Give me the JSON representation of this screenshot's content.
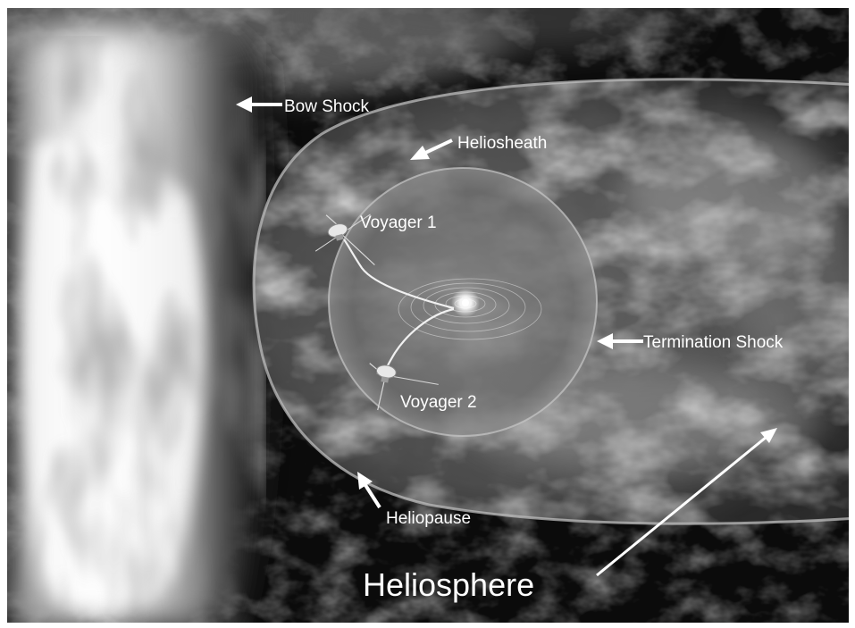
{
  "labels": {
    "bow_shock": "Bow Shock",
    "heliosheath": "Heliosheath",
    "voyager1": "Voyager 1",
    "termination_shock": "Termination Shock",
    "voyager2": "Voyager 2",
    "heliopause": "Heliopause",
    "heliosphere": "Heliosphere"
  },
  "colors": {
    "frame": "#ffffff",
    "space": "#0b0b0b",
    "shock_glow": "#f2f2f2",
    "label_text": "#ffffff",
    "arrow": "#ffffff"
  }
}
